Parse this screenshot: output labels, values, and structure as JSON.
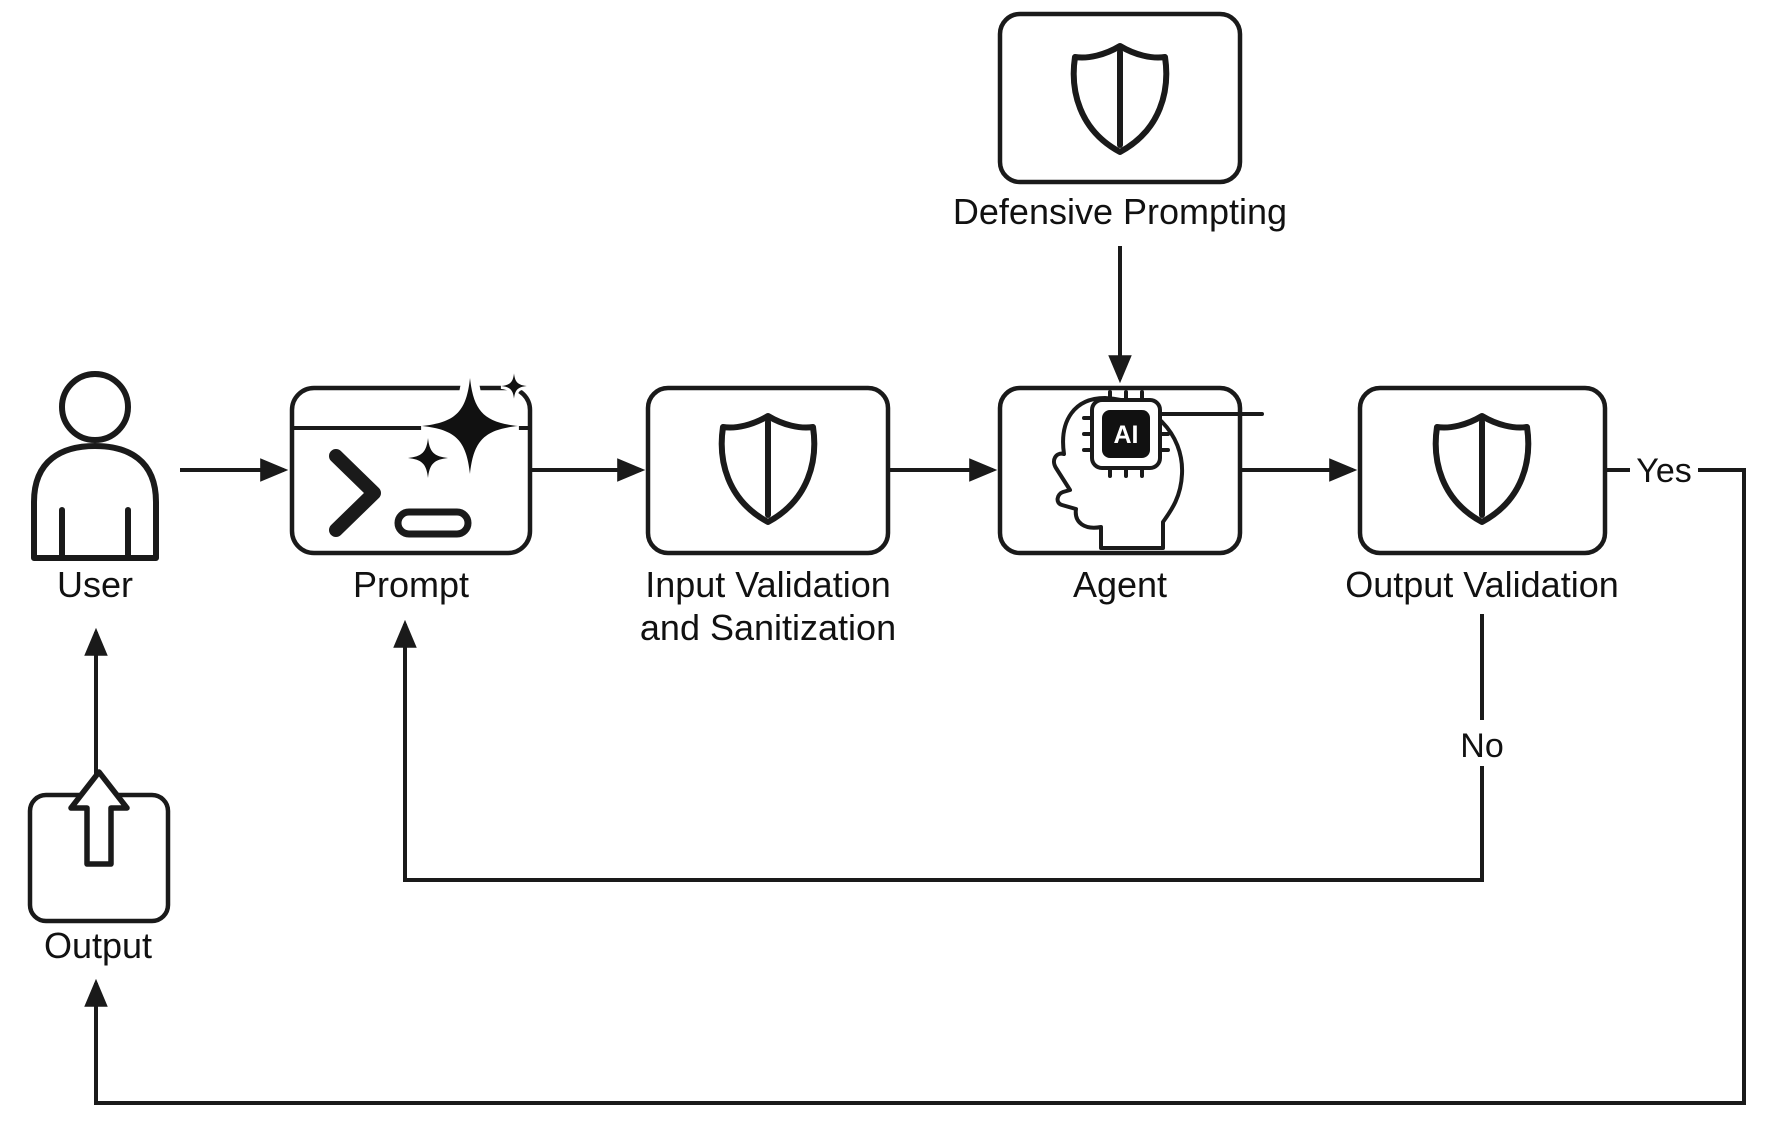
{
  "diagram": {
    "nodes": {
      "user": {
        "label": "User"
      },
      "prompt": {
        "label": "Prompt"
      },
      "input_validation": {
        "label_line1": "Input Validation",
        "label_line2": "and Sanitization"
      },
      "defensive_prompting": {
        "label": "Defensive Prompting"
      },
      "agent": {
        "label": "Agent",
        "chip_text": "AI"
      },
      "output_validation": {
        "label": "Output Validation"
      },
      "output": {
        "label": "Output"
      }
    },
    "edges": {
      "yes_label": "Yes",
      "no_label": "No"
    },
    "colors": {
      "stroke": "#1a1a1a",
      "background": "#ffffff"
    }
  }
}
